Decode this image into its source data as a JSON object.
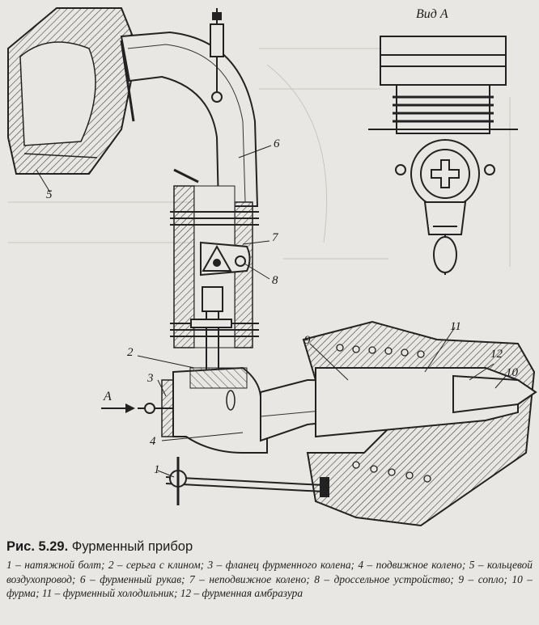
{
  "figure": {
    "view_label": "Вид А",
    "arrow_label": "А",
    "callouts": [
      "1",
      "2",
      "3",
      "4",
      "5",
      "6",
      "7",
      "8",
      "9",
      "10",
      "11",
      "12"
    ]
  },
  "caption": {
    "number": "Рис. 5.29.",
    "title": "Фурменный прибор",
    "legend": "1 – натяжной болт; 2 – серьга с клином; 3 – фланец фурменного колена; 4 – подвижное колено; 5 – кольцевой воздухопровод; 6 – фурменный рукав; 7 – неподвижное колено; 8 – дроссельное устройство; 9 – сопло; 10 – фурма; 11 – фурменный холодильник; 12 – фурменная амбразура"
  }
}
